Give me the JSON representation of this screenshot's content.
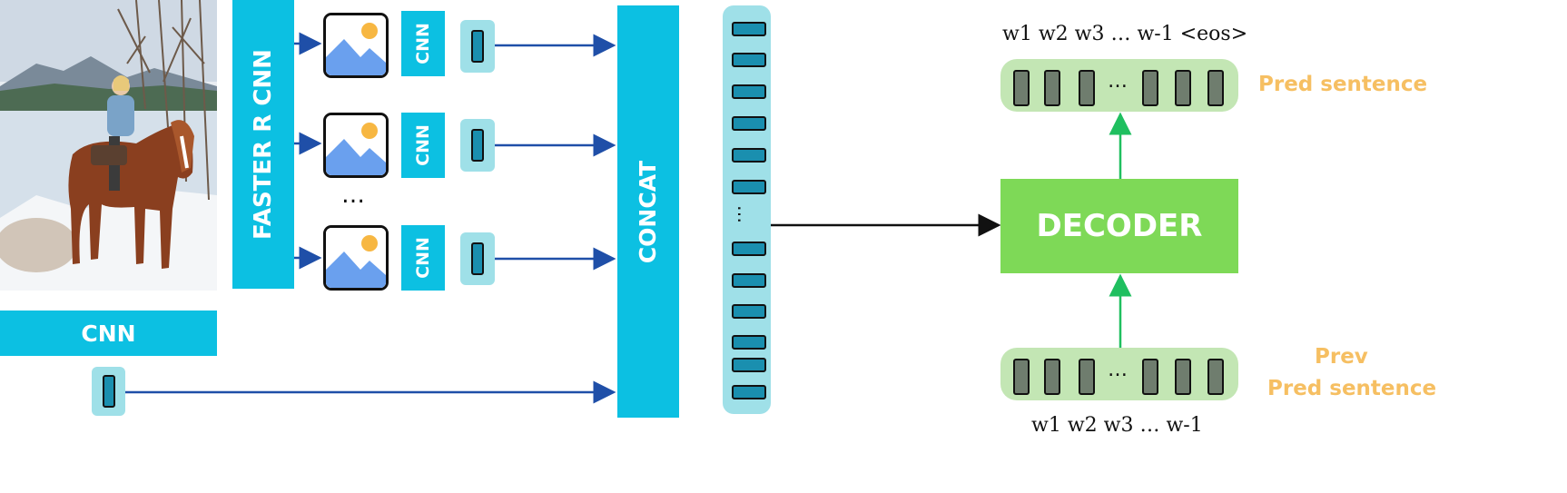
{
  "photo": {
    "description_icon": "horse-rider-photo"
  },
  "labels": {
    "faster_rcnn": "FASTER R CNN",
    "cnn_small": "CNN",
    "cnn_bottom": "CNN",
    "concat": "CONCAT",
    "decoder": "DECODER",
    "ellipsis": "…",
    "vec_ellipsis": "…",
    "top_ellipsis": "…",
    "bottom_ellipsis": "…"
  },
  "sentences": {
    "pred_tokens": "w1 w2 w3 … w-1 <eos>",
    "prev_tokens": "w1 w2 w3 … w-1",
    "pred_label": "Pred sentence",
    "prev_label_line1": "Prev",
    "prev_label_line2": "Pred sentence"
  },
  "colors": {
    "cyan": "#0cc0e2",
    "light_cyan": "#9fe0e8",
    "dark_teal": "#1a8faf",
    "green": "#7ed957",
    "light_green": "#c3e6b4",
    "token_gray": "#6f7d6e",
    "arrow_blue": "#1f4fa8",
    "arrow_green": "#1fbf5f",
    "orange": "#f6bf62"
  }
}
